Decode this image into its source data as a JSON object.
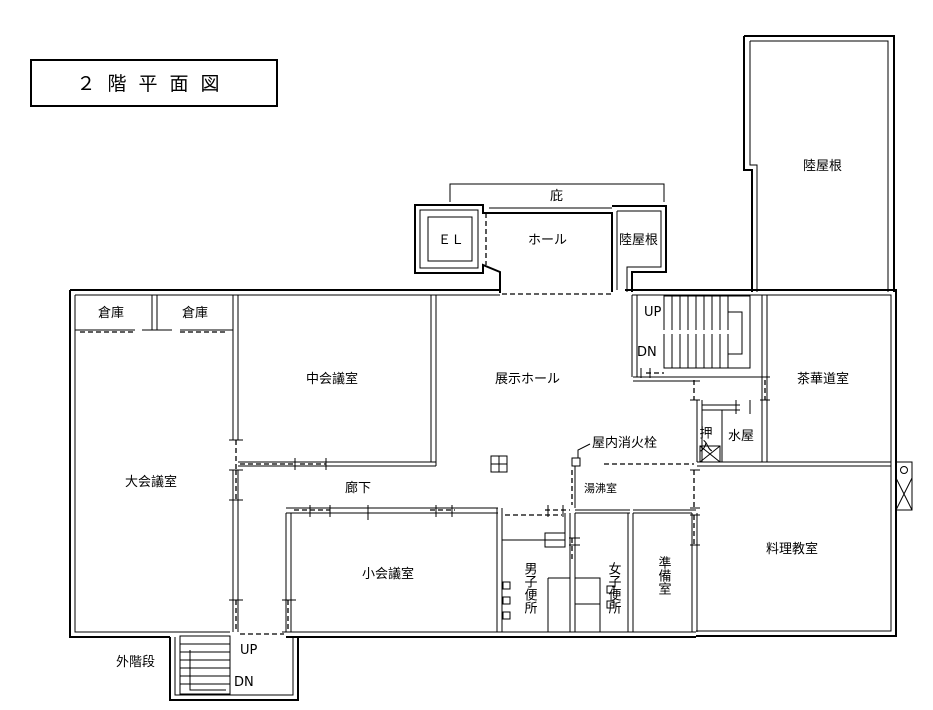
{
  "title": "２階平面図",
  "rooms": {
    "roof_top_right": "陸屋根",
    "eaves": "庇",
    "elevator": "ＥＬ",
    "hall": "ホール",
    "roof_small": "陸屋根",
    "storage_1": "倉庫",
    "storage_2": "倉庫",
    "medium_meeting": "中会議室",
    "exhibition_hall": "展示ホール",
    "tea_room": "茶華道室",
    "large_meeting": "大会議室",
    "closet": "押入",
    "water_room": "水屋",
    "fire_hydrant": "屋内消火栓",
    "corridor": "廊下",
    "hot_water_room": "湯沸室",
    "small_meeting": "小会議室",
    "mens_restroom": "男子便所",
    "womens_restroom": "女子便所",
    "prep_room": "準備室",
    "cooking_room": "料理教室",
    "outdoor_stairs": "外階段"
  },
  "stairs": {
    "main_up": "UP",
    "main_dn": "DN",
    "outer_up": "UP",
    "outer_dn": "DN"
  }
}
